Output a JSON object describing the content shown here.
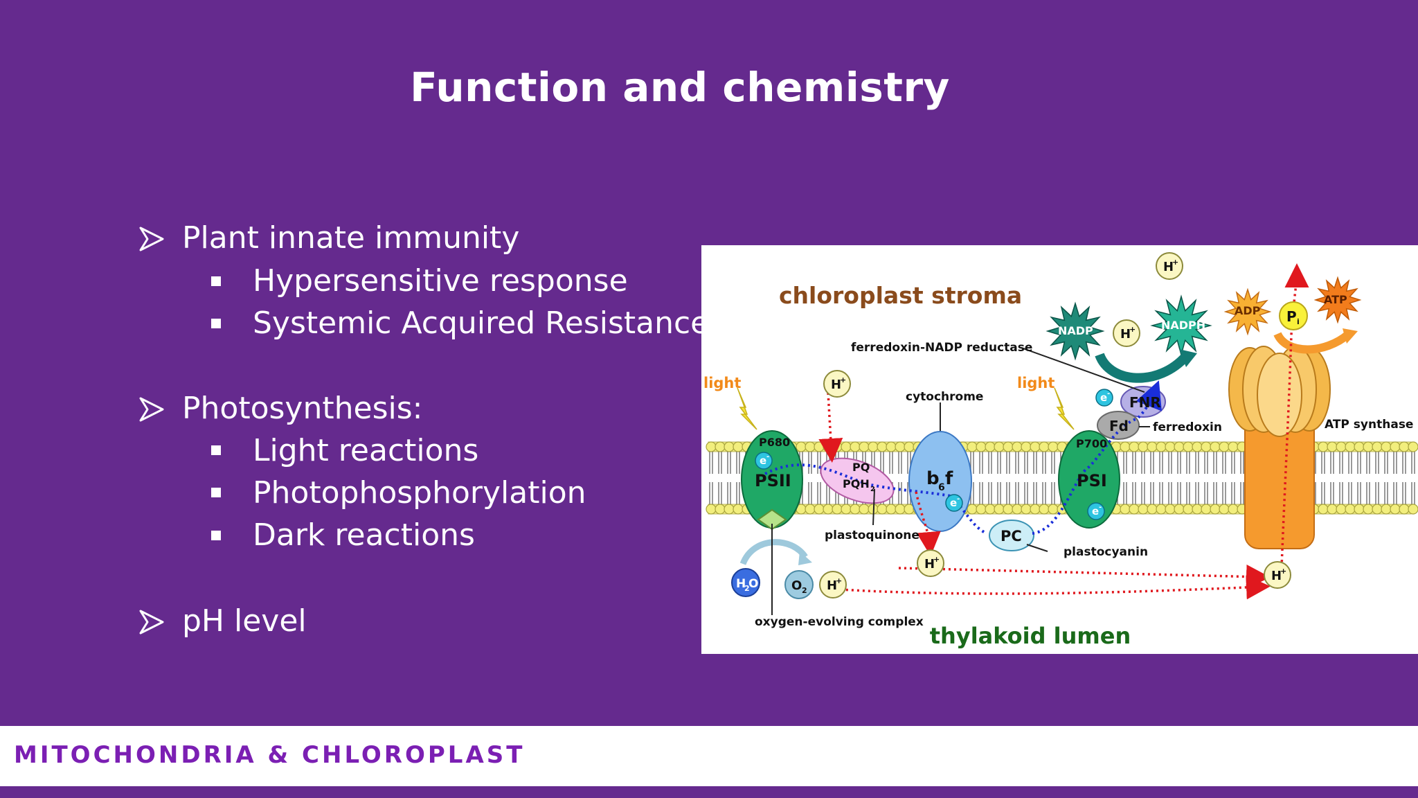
{
  "slide": {
    "title": "Function and chemistry",
    "bullets": [
      {
        "text": "Plant innate immunity",
        "sub": [
          "Hypersensitive response",
          "Systemic Acquired Resistance"
        ]
      },
      {
        "text": "Photosynthesis:",
        "sub": [
          "Light reactions",
          "Photophosphorylation",
          "Dark reactions"
        ]
      },
      {
        "text": "pH level",
        "sub": []
      }
    ],
    "footer": "Mitochondria & Chloroplast"
  },
  "diagram": {
    "stroma_label": "chloroplast stroma",
    "lumen_label": "thylakoid lumen",
    "light_label": "light",
    "ferredoxin_nadp_reductase": "ferredoxin-NADP reductase",
    "cytochrome": "cytochrome",
    "atp_synthase": "ATP synthase",
    "ferredoxin": "ferredoxin",
    "plastoquinone": "plastoquinone",
    "plastocyanin": "plastocyanin",
    "oxygen_evolving_complex": "oxygen-evolving complex",
    "p680": "P680",
    "p700": "P700",
    "psii": "PSII",
    "psi": "PSI",
    "pq": "PQ",
    "pqh2": "PQH",
    "pqh2_sub": "2",
    "b6f_b": "b",
    "b6f_sub": "6",
    "b6f_f": "f",
    "pc": "PC",
    "fd": "Fd",
    "fnr": "FNR",
    "nadp": "NADP",
    "nadph": "NADPH",
    "adp": "ADP",
    "atp": "ATP",
    "pi": "P",
    "pi_sub": "i",
    "h_plus": "H",
    "plus": "+",
    "electron": "e",
    "minus": "-",
    "h2o_h": "H",
    "h2o_sub": "2",
    "h2o_o": "O",
    "o2_o": "O",
    "o2_sub": "2",
    "colors": {
      "background": "#652a8e",
      "psii_green": "#1fa866",
      "b6f_blue": "#8dc0f0",
      "atp_orange": "#f59a2e",
      "membrane_yellow": "#f2ee7d",
      "electron_path": "#1a2ed8",
      "proton_path": "#e0181e"
    }
  }
}
